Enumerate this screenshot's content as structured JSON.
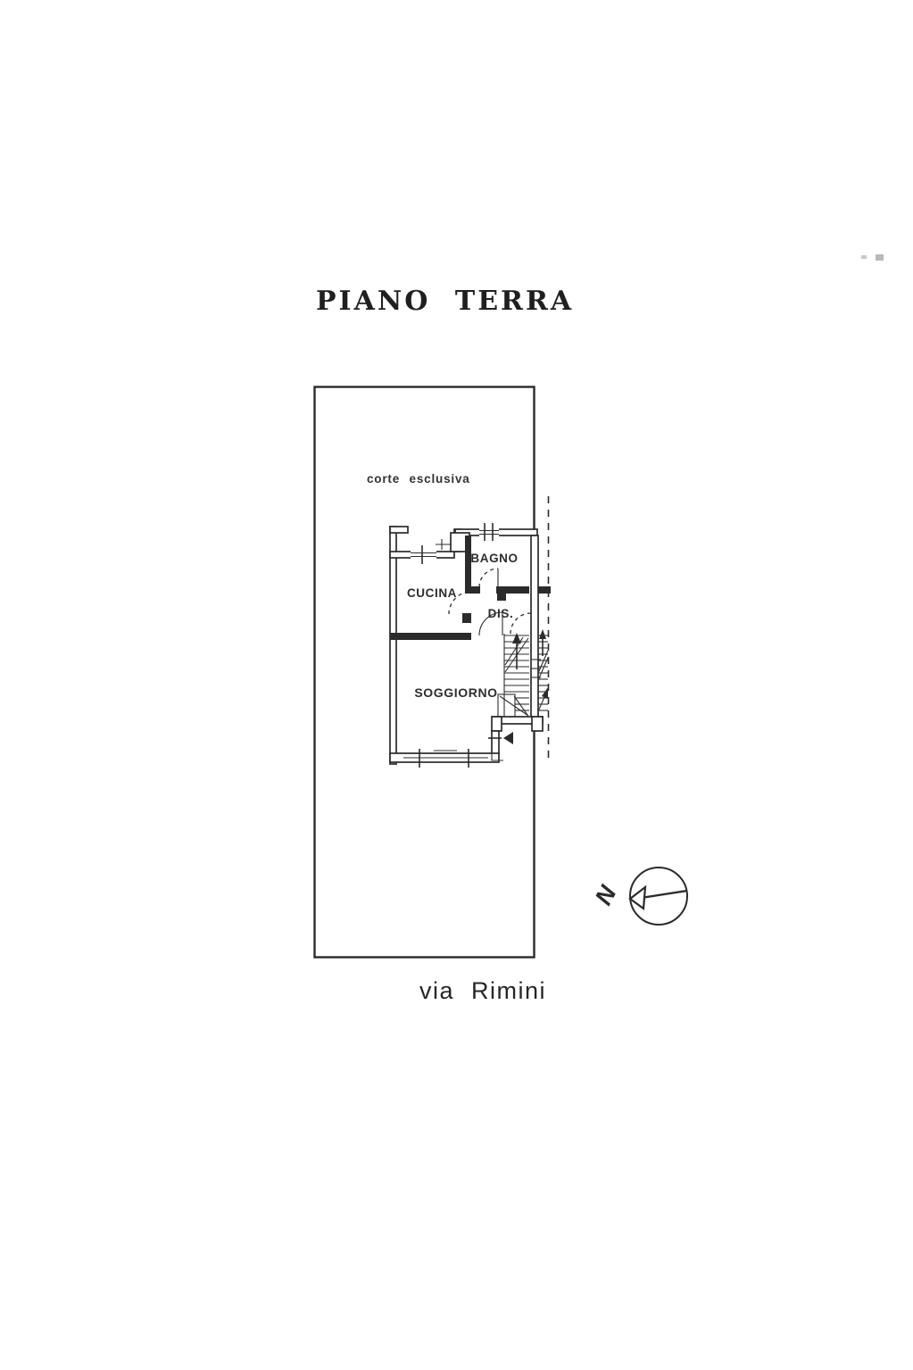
{
  "title": {
    "text": "PIANO TERRA"
  },
  "plan": {
    "court_label": "corte esclusiva",
    "rooms": [
      {
        "name": "BAGNO"
      },
      {
        "name": "CUCINA"
      },
      {
        "name": "DIS."
      },
      {
        "name": "SOGGIORNO"
      }
    ],
    "street_label": "via Rimini",
    "compass": {
      "north_label": "N"
    }
  },
  "colors": {
    "ink": "#2b2b2b",
    "paper": "#ffffff"
  }
}
